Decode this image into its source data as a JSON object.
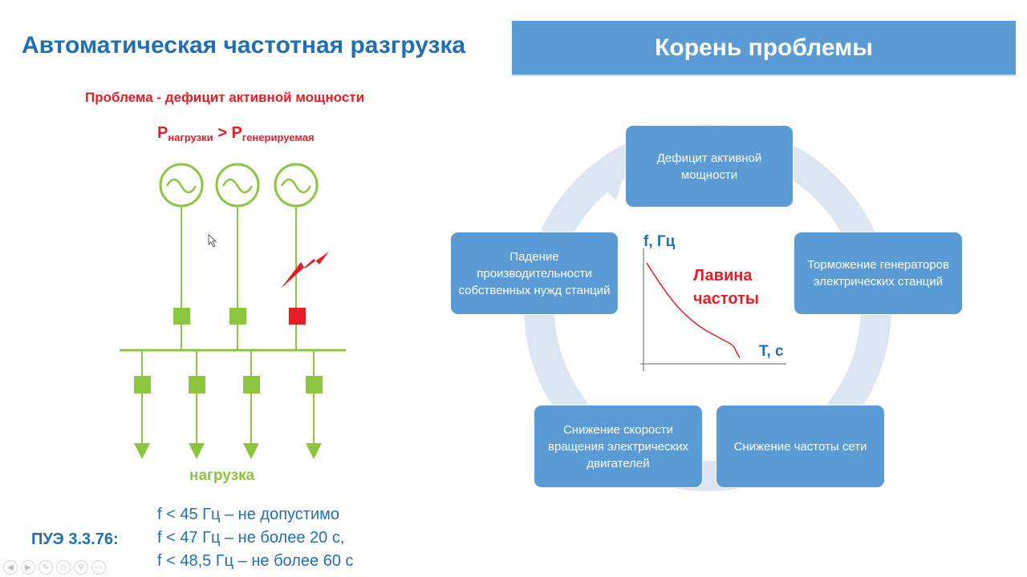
{
  "title": "Автоматическая частотная разгрузка",
  "banner": "Корень проблемы",
  "problem": "Проблема - дефицит активной мощности",
  "formula": {
    "p1": "P",
    "sub1": "нагрузки",
    "op": " > ",
    "p2": "P",
    "sub2": "генерируемая"
  },
  "load_label": "нагрузка",
  "rules_label": "ПУЭ 3.3.76:",
  "rules": [
    "f < 45 Гц – не допустимо",
    "f < 47 Гц – не более 20 с,",
    "f < 48,5 Гц – не более 60 с"
  ],
  "cycle": {
    "top": "Дефицит активной мощности",
    "right": "Торможение генераторов электрических станций",
    "bottom_right": "Снижение частоты сети",
    "bottom_left": "Снижение скорости вращения электрических двигателей",
    "left": "Падение производительности собственных нужд станций"
  },
  "graph": {
    "y_label": "f, Гц",
    "x_label": "T, с",
    "caption_line1": "Лавина",
    "caption_line2": "частоты"
  },
  "colors": {
    "title_blue": "#1f6fb5",
    "banner_blue": "#5b9bd5",
    "alert_red": "#e31e24",
    "green": "#8cc63f",
    "ring": "#dce6f2"
  },
  "icons": [
    "prev-icon",
    "next-icon",
    "pen-icon",
    "slides-icon",
    "zoom-icon",
    "more-icon"
  ]
}
